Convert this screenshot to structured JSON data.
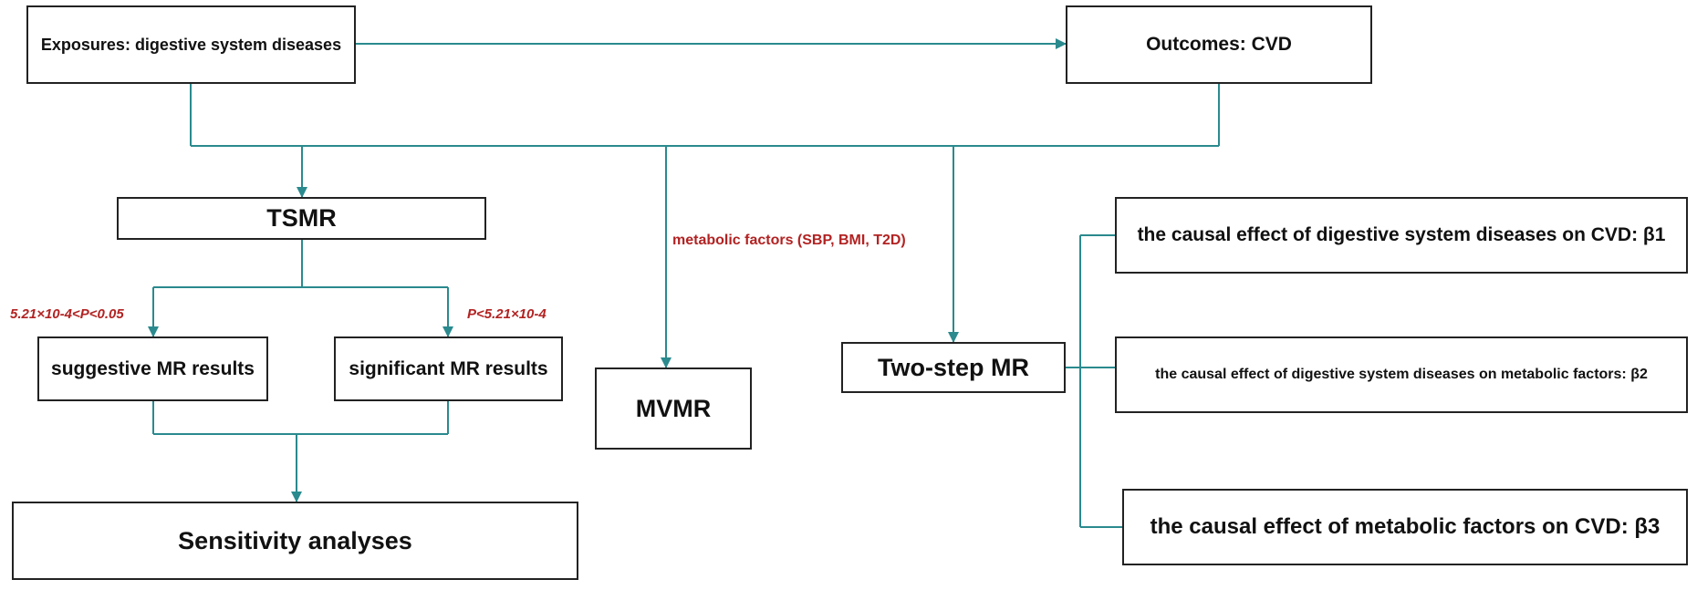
{
  "boxes": {
    "exposures": "Exposures: digestive system diseases",
    "outcomes": "Outcomes: CVD",
    "tsmr": "TSMR",
    "suggestive": "suggestive MR results",
    "significant": "significant MR results",
    "mvmr": "MVMR",
    "two_step": "Two-step MR",
    "sensitivity": "Sensitivity analyses",
    "beta1": "the causal effect of digestive system diseases on CVD:  β1",
    "beta2": "the causal effect of digestive system diseases on metabolic factors:  β2",
    "beta3": "the causal effect of metabolic factors on CVD:  β3"
  },
  "labels": {
    "metabolic": "metabolic factors (SBP, BMI, T2D)",
    "threshold_suggestive": "5.21×10-4<P<0.05",
    "threshold_significant": "P<5.21×10-4"
  },
  "colors": {
    "connector": "#2a8a8e",
    "box_border": "#222222",
    "annotation_text": "#b22222"
  }
}
